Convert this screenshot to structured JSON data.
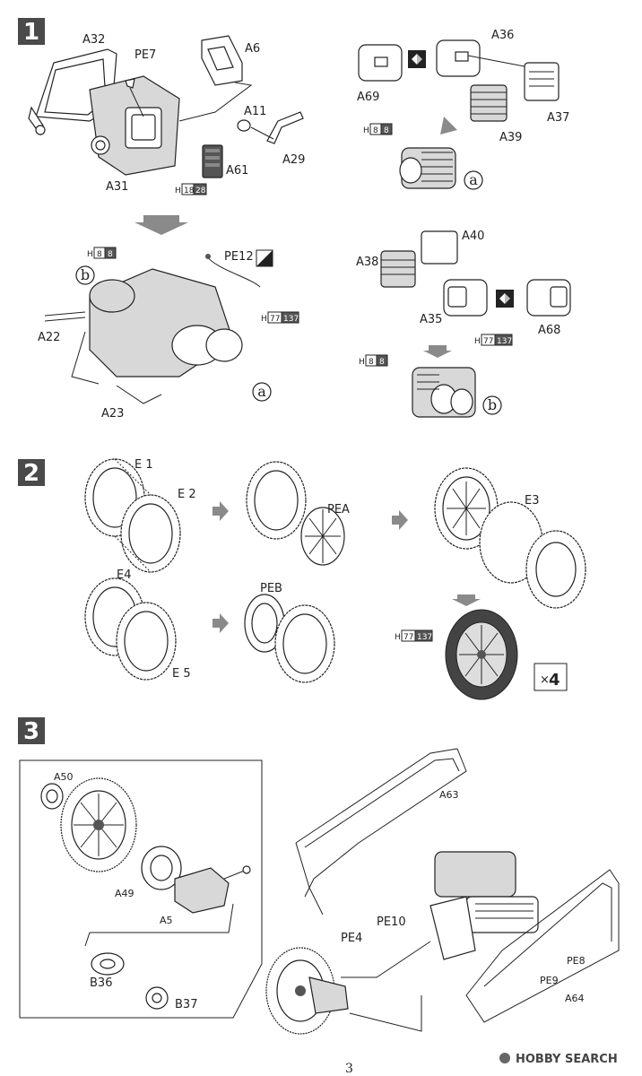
{
  "steps": [
    {
      "number": "1"
    },
    {
      "number": "2"
    },
    {
      "number": "3"
    }
  ],
  "step1": {
    "labels": {
      "A32": "A32",
      "PE7": "PE7",
      "A6": "A6",
      "A11": "A11",
      "A29": "A29",
      "A61": "A61",
      "A31": "A31",
      "A36": "A36",
      "A69": "A69",
      "A37": "A37",
      "A39": "A39",
      "A40": "A40",
      "A38": "A38",
      "A35": "A35",
      "A68": "A68",
      "PE12": "PE12",
      "A22": "A22",
      "A23": "A23"
    },
    "callouts": {
      "a": "a",
      "b": "b"
    },
    "paint_codes": {
      "h18_28": {
        "h": "H",
        "n1": "18",
        "n2": "28"
      },
      "h8_8_top": {
        "h": "H",
        "n1": "8",
        "n2": "8"
      },
      "h8_8_b": {
        "h": "H",
        "n1": "8",
        "n2": "8"
      },
      "h77_137_pe12": {
        "h": "H",
        "n1": "77",
        "n2": "137"
      },
      "h77_137_a35": {
        "h": "H",
        "n1": "77",
        "n2": "137"
      },
      "h8_8_bottom": {
        "h": "H",
        "n1": "8",
        "n2": "8"
      }
    }
  },
  "step2": {
    "labels": {
      "E1": "E 1",
      "E2": "E 2",
      "PEA": "PEA",
      "E3": "E3",
      "E4": "E4",
      "E5": "E 5",
      "PEB": "PEB"
    },
    "paint_code": {
      "h": "H",
      "n1": "77",
      "n2": "137"
    },
    "quantity": {
      "x": "×",
      "n": "4"
    }
  },
  "step3": {
    "labels": {
      "A50": "A50",
      "A49": "A49",
      "A5": "A5",
      "B36": "B36",
      "B37": "B37",
      "A63": "A63",
      "PE10": "PE10",
      "PE4": "PE4",
      "PE8": "PE8",
      "PE9": "PE9",
      "A64": "A64"
    }
  },
  "footer": {
    "page_number": "3",
    "watermark": "HOBBY SEARCH"
  },
  "colors": {
    "step_box": "#4a4a4a",
    "arrow": "#8a8a8a",
    "paint_dark": "#555555"
  }
}
